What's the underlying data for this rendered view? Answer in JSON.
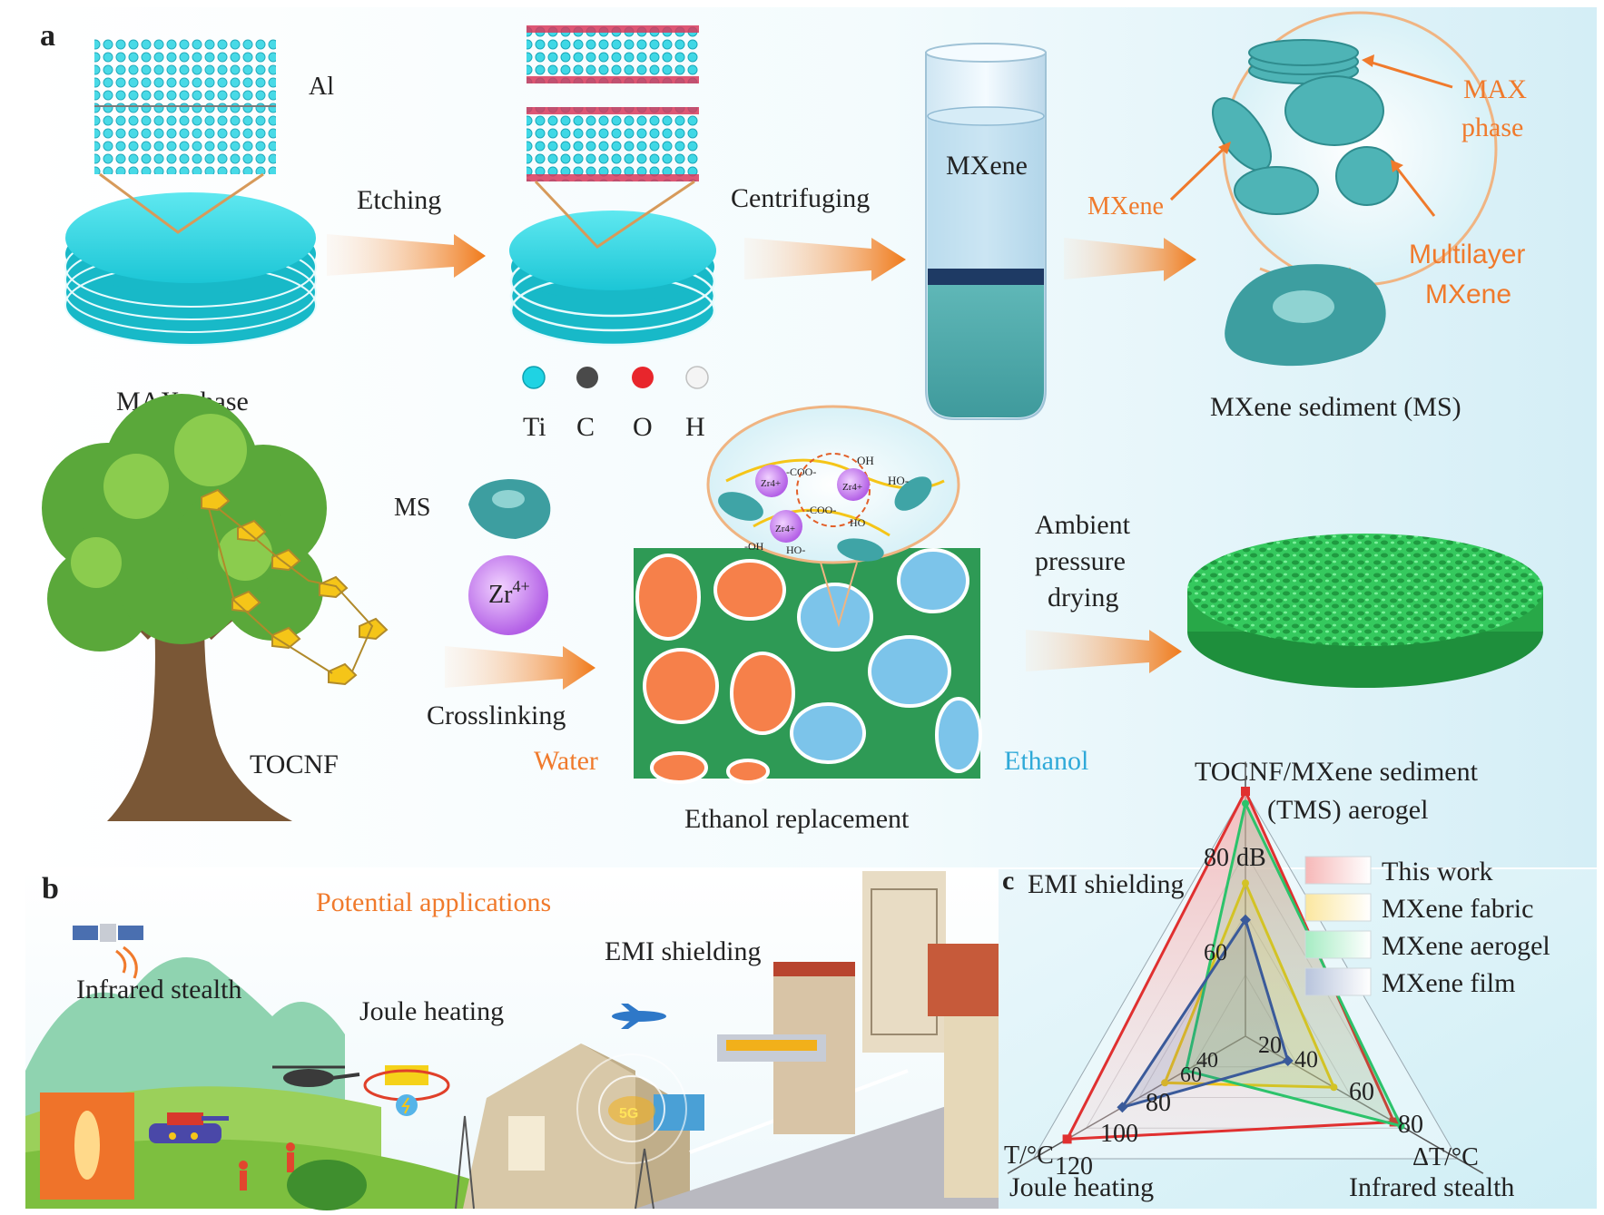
{
  "panels": {
    "a": "a",
    "b": "b",
    "c": "c"
  },
  "row1": {
    "al": "Al",
    "max_phase": "MAX phase",
    "etching": "Etching",
    "centrifuging": "Centrifuging",
    "mxene_tube": "MXene",
    "legend_elements": [
      "Ti",
      "C",
      "O",
      "H"
    ],
    "callout_max_phase_1": "MAX",
    "callout_max_phase_2": "phase",
    "callout_mxene": "MXene",
    "callout_multilayer_1": "Multilayer",
    "callout_multilayer_2": "MXene",
    "sediment": "MXene sediment (MS)"
  },
  "row2": {
    "tocnf": "TOCNF",
    "ms": "MS",
    "zr_base": "Zr",
    "zr_sup": "4+",
    "crosslinking": "Crosslinking",
    "water": "Water",
    "ethanol": "Ethanol",
    "ethanol_replacement": "Ethanol replacement",
    "drying_1": "Ambient",
    "drying_2": "pressure",
    "drying_3": "drying",
    "aerogel_1": "TOCNF/MXene sediment",
    "aerogel_2": "(TMS) aerogel",
    "bubble_labels": [
      "Zr4+",
      "-COO-",
      "OH",
      "HO-",
      "Zr4+",
      "-COO-",
      "Zr4+",
      "-OH",
      "HO-",
      "HO"
    ]
  },
  "panel_b": {
    "title": "Potential applications",
    "infrared": "Infrared stealth",
    "joule": "Joule heating",
    "emi": "EMI shielding",
    "tag_5g": "5G"
  },
  "chart_data": {
    "type": "radar",
    "axes": [
      {
        "name": "EMI shielding",
        "unit": "dB",
        "ticks": [
          "20",
          "60",
          "80"
        ],
        "range": [
          0,
          80
        ]
      },
      {
        "name": "Infrared stealth",
        "unit": "ΔT/°C",
        "ticks": [
          "40",
          "60",
          "80"
        ],
        "range": [
          20,
          80
        ]
      },
      {
        "name": "Joule heating",
        "unit": "T/°C",
        "ticks": [
          "40",
          "60",
          "80",
          "100",
          "120"
        ],
        "range": [
          20,
          120
        ]
      }
    ],
    "series": [
      {
        "name": "This work",
        "color": "#e03030",
        "values": [
          80,
          62,
          104
        ]
      },
      {
        "name": "MXene fabric",
        "color": "#f0c419",
        "values": [
          50,
          45,
          58
        ]
      },
      {
        "name": "MXene aerogel",
        "color": "#2cc36b",
        "values": [
          76,
          64,
          48
        ]
      },
      {
        "name": "MXene film",
        "color": "#3a5a9a",
        "values": [
          38,
          32,
          78
        ]
      }
    ],
    "legend_position": "top-right"
  }
}
